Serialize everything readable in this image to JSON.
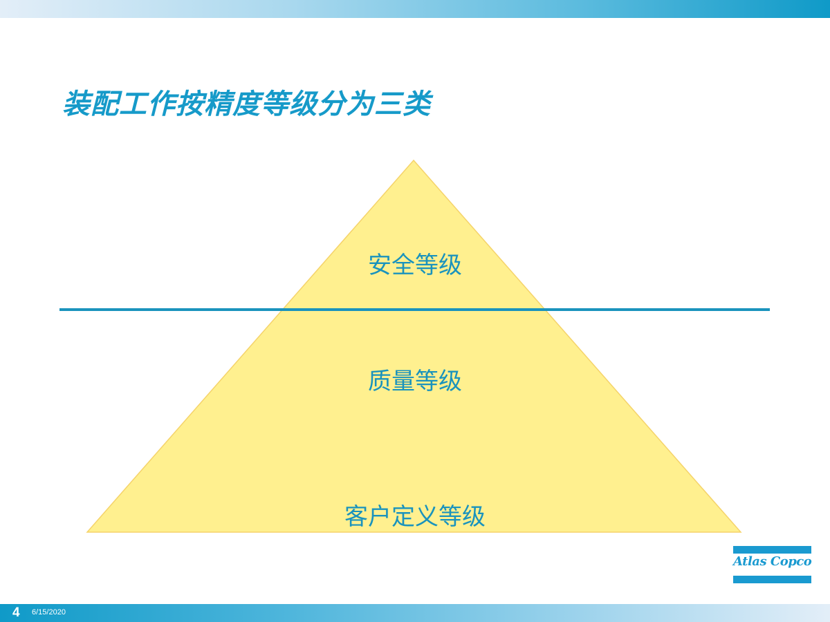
{
  "slide": {
    "title": "装配工作按精度等级分为三类",
    "number": "4",
    "date": "6/15/2020"
  },
  "pyramid": {
    "fill_color": "#fff08f",
    "stroke_color": "#f5d36a",
    "divider_color": "#1a93bd",
    "levels": [
      {
        "label": "安全等级"
      },
      {
        "label": "质量等级"
      },
      {
        "label": "客户定义等级"
      }
    ]
  },
  "logo": {
    "text": "Atlas Copco",
    "color": "#1a9ad0"
  },
  "colors": {
    "accent": "#169ac9",
    "text": "#1a93bd"
  }
}
